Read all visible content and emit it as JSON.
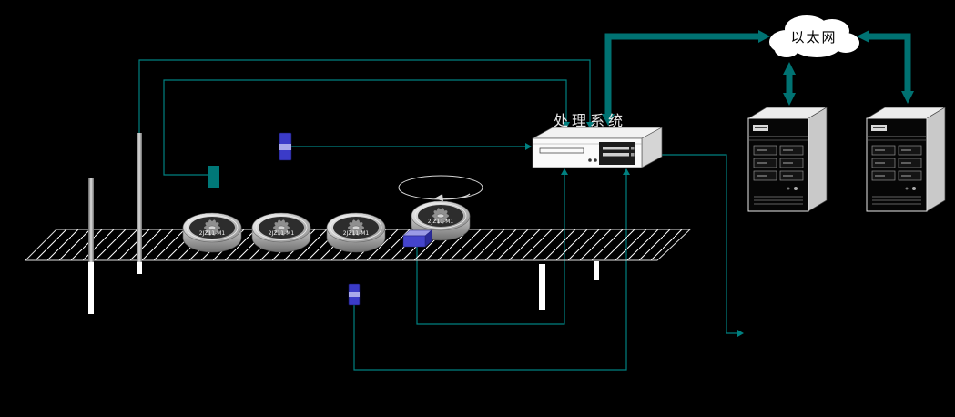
{
  "diagram": {
    "ethernet_cloud": {
      "label": "以太网"
    },
    "processing_system": {
      "label": "处理系统"
    },
    "wheels": [
      {
        "label": "2JZ11-M1"
      },
      {
        "label": "2JZ11-M1"
      },
      {
        "label": "2JZ11-M1"
      },
      {
        "label": "2JZ11-M1"
      }
    ],
    "colors": {
      "background": "#000000",
      "line_teal": "#008080",
      "arrow_teal": "#007272",
      "sensor_blue": "#3b3bc8",
      "sensor_blue_light": "#a9a9ea",
      "sensor_teal": "#007878",
      "cloud_fill": "#ffffff",
      "cloud_text": "#000000",
      "system_label": "#e6e6e6",
      "conveyor_line": "#e0e0e0",
      "wheel_label": "#f2f2f2"
    }
  }
}
